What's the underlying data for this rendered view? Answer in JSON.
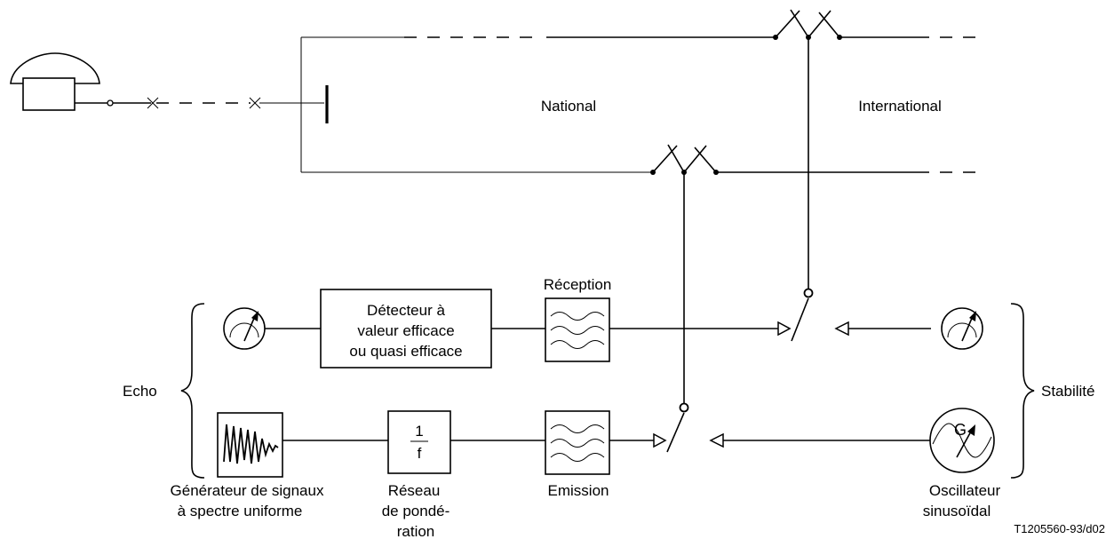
{
  "regions": {
    "national": "National",
    "international": "International"
  },
  "groups": {
    "echo": "Echo",
    "stabilite": "Stabilité"
  },
  "blocks": {
    "detecteur": [
      "Détecteur à",
      "valeur efficace",
      "ou quasi efficace"
    ],
    "reception": "Réception",
    "emission": "Emission",
    "generateur": [
      "Générateur de signaux",
      "à spectre uniforme"
    ],
    "reseau": [
      "Réseau",
      "de pondé-",
      "ration"
    ],
    "oscillateur": [
      "Oscillateur",
      "sinusoïdal"
    ],
    "fraction_num": "1",
    "fraction_den": "f",
    "oscillator_symbol": "G"
  },
  "reference": "T1205560-93/d02"
}
